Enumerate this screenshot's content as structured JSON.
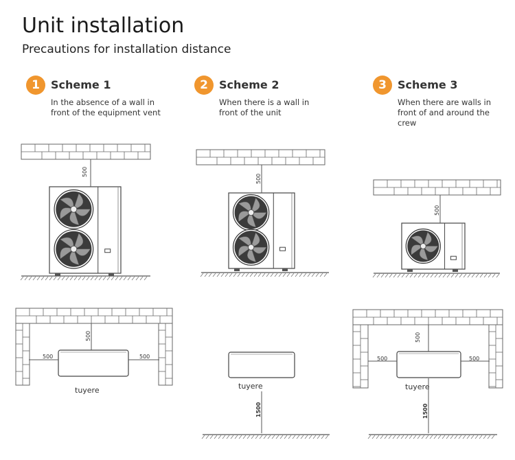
{
  "title": "Unit installation",
  "subtitle": "Precautions for installation distance",
  "accent_color": "#f0962e",
  "schemes": [
    {
      "number": "1",
      "name": "Scheme 1",
      "description": "In the absence of a wall in front of the equipment vent"
    },
    {
      "number": "2",
      "name": "Scheme 2",
      "description": "When there is a wall in front of the unit"
    },
    {
      "number": "3",
      "name": "Scheme 3",
      "description": "When there are walls in front of and around the crew"
    }
  ],
  "dims": {
    "front": "500",
    "side": "500",
    "clearance": "1500"
  },
  "labels": {
    "tuyere": "tuyere"
  }
}
